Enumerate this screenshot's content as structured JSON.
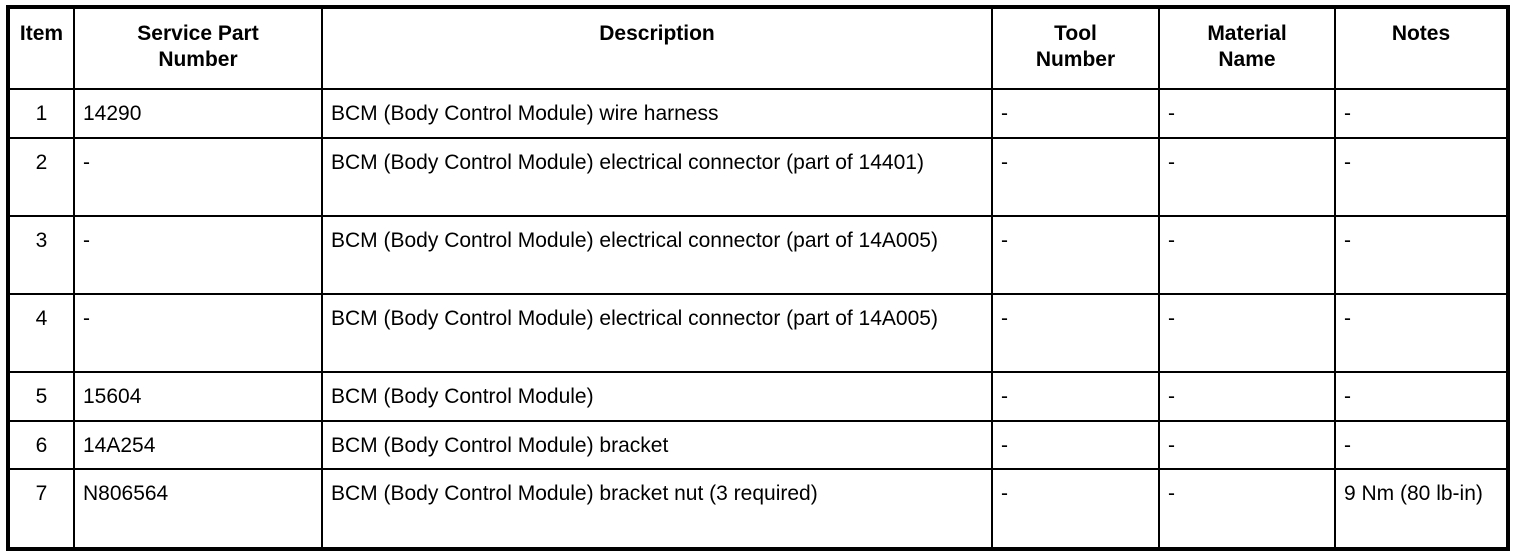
{
  "table": {
    "name": "service-parts-table",
    "columns": [
      {
        "key": "item",
        "label": "Item",
        "align": "center"
      },
      {
        "key": "part_number",
        "label": "Service Part\nNumber",
        "align": "left"
      },
      {
        "key": "description",
        "label": "Description",
        "align": "left"
      },
      {
        "key": "tool_number",
        "label": "Tool\nNumber",
        "align": "left"
      },
      {
        "key": "material",
        "label": "Material\nName",
        "align": "left"
      },
      {
        "key": "notes",
        "label": "Notes",
        "align": "left"
      }
    ],
    "headers": {
      "item": "Item",
      "part_number_line1": "Service Part",
      "part_number_line2": "Number",
      "description": "Description",
      "tool_number_line1": "Tool",
      "tool_number_line2": "Number",
      "material_line1": "Material",
      "material_line2": "Name",
      "notes": "Notes"
    },
    "rows": [
      {
        "item": "1",
        "part_number": "14290",
        "description": "BCM (Body Control Module) wire harness",
        "tool_number": "-",
        "material": "-",
        "notes": "-"
      },
      {
        "item": "2",
        "part_number": "-",
        "description": "BCM (Body Control Module) electrical connector (part of 14401)",
        "tool_number": "-",
        "material": "-",
        "notes": "-"
      },
      {
        "item": "3",
        "part_number": "-",
        "description": "BCM (Body Control Module) electrical connector (part of 14A005)",
        "tool_number": "-",
        "material": "-",
        "notes": "-"
      },
      {
        "item": "4",
        "part_number": "-",
        "description": "BCM (Body Control Module) electrical connector (part of 14A005)",
        "tool_number": "-",
        "material": "-",
        "notes": "-"
      },
      {
        "item": "5",
        "part_number": "15604",
        "description": "BCM (Body Control Module)",
        "tool_number": "-",
        "material": "-",
        "notes": "-"
      },
      {
        "item": "6",
        "part_number": "14A254",
        "description": "BCM (Body Control Module) bracket",
        "tool_number": "-",
        "material": "-",
        "notes": "-"
      },
      {
        "item": "7",
        "part_number": "N806564",
        "description": "BCM (Body Control Module) bracket nut (3 required)",
        "tool_number": "-",
        "material": "-",
        "notes": "9 Nm (80 lb-in)"
      }
    ]
  },
  "colors": {
    "border": "#000000",
    "text": "#000000",
    "background": "#ffffff"
  }
}
